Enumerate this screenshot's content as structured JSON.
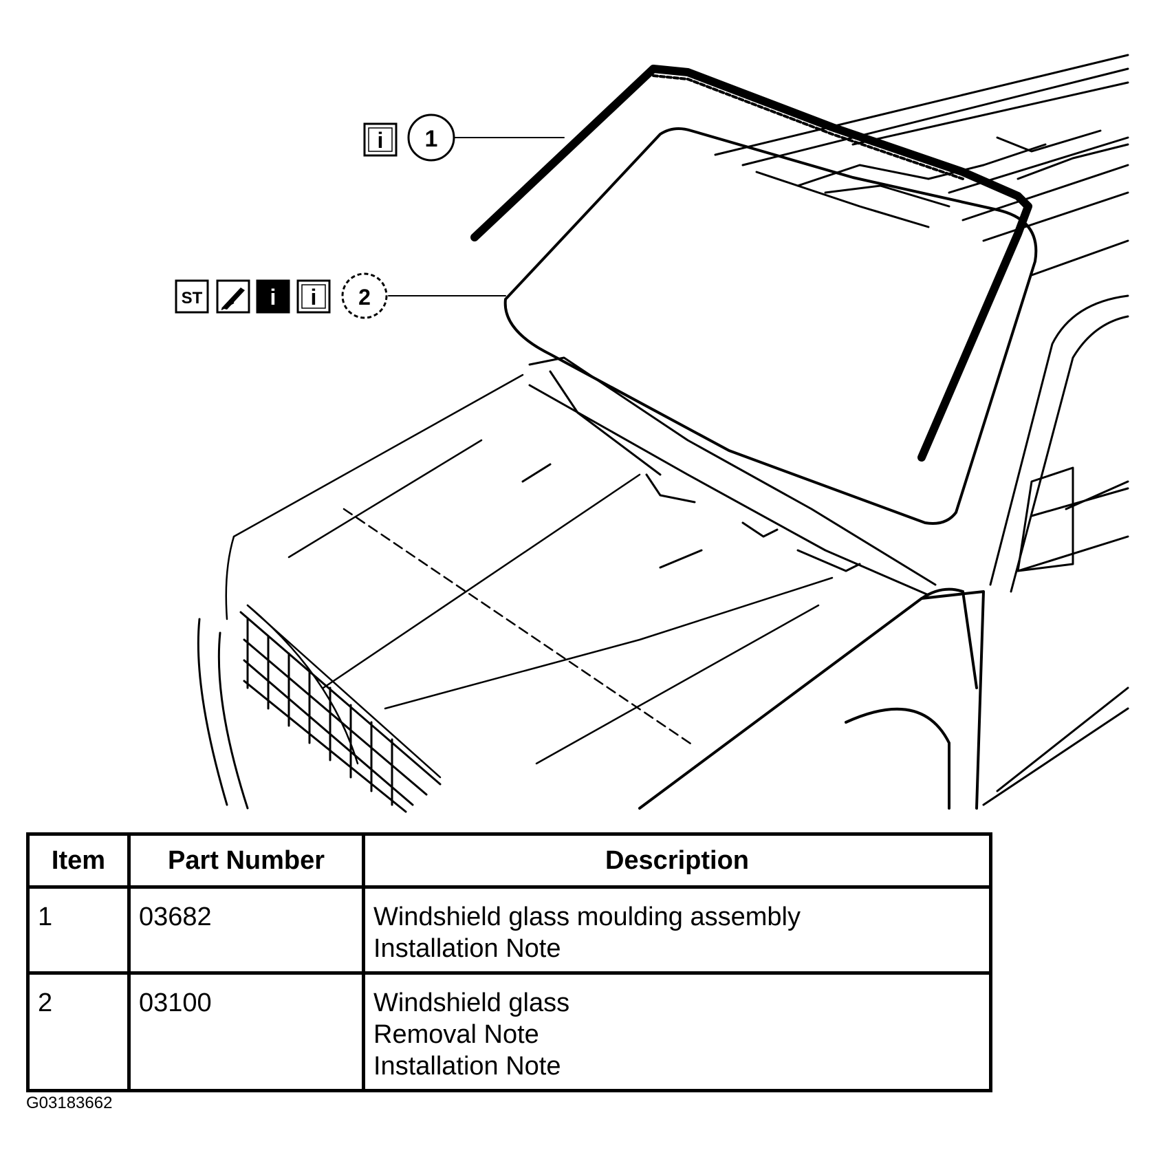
{
  "callouts": [
    {
      "number": "1",
      "icons": [
        "info-icon"
      ]
    },
    {
      "number": "2",
      "icons": [
        "special-tool-icon",
        "sealant-icon",
        "info-filled-icon",
        "info-icon"
      ]
    }
  ],
  "icon_text": {
    "special_tool": "ST",
    "info": "i"
  },
  "table": {
    "headers": [
      "Item",
      "Part Number",
      "Description"
    ],
    "rows": [
      {
        "item": "1",
        "part_number": "03682",
        "description": [
          "Windshield glass moulding assembly",
          "Installation Note"
        ]
      },
      {
        "item": "2",
        "part_number": "03100",
        "description": [
          "Windshield glass",
          "Removal Note",
          "Installation Note"
        ]
      }
    ]
  },
  "figure_id": "G03183662"
}
